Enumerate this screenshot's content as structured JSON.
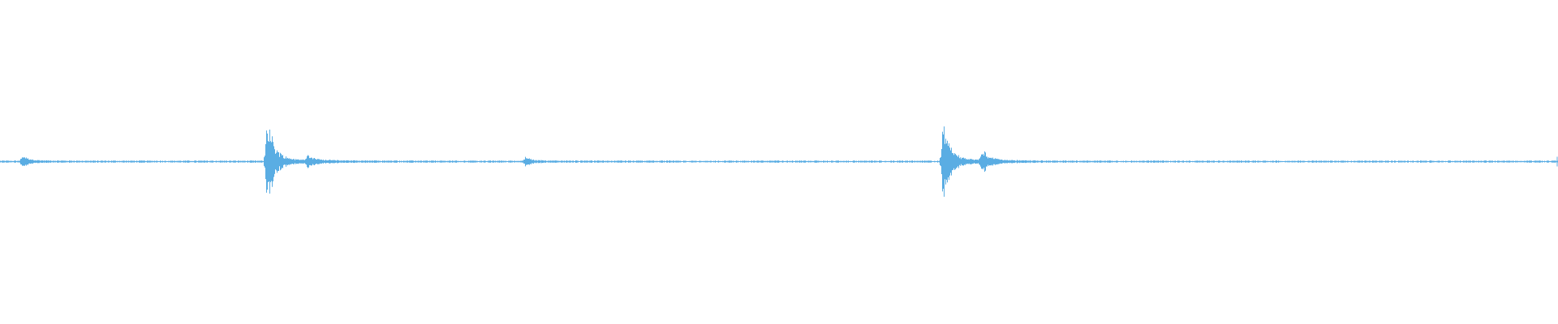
{
  "waveform": {
    "color": "#5aade3",
    "background": "#ffffff",
    "description_of_content": "",
    "transients": [
      {
        "time_fraction": 0.014,
        "amplitude": 0.04
      },
      {
        "time_fraction": 0.171,
        "amplitude": 0.34
      },
      {
        "time_fraction": 0.197,
        "amplitude": 0.04
      },
      {
        "time_fraction": 0.337,
        "amplitude": 0.03
      },
      {
        "time_fraction": 0.605,
        "amplitude": 0.3
      },
      {
        "time_fraction": 0.63,
        "amplitude": 0.08
      }
    ],
    "noise_floor": 0.006
  }
}
